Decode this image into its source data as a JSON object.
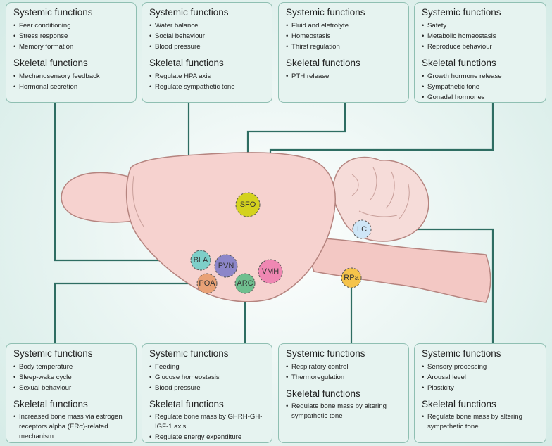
{
  "panels": {
    "bla": {
      "systemic_title": "Systemic functions",
      "systemic": [
        "Fear conditioning",
        "Stress response",
        "Memory formation"
      ],
      "skeletal_title": "Skeletal functions",
      "skeletal": [
        "Mechanosensory feedback",
        "Hormonal secretion"
      ]
    },
    "pvn": {
      "systemic_title": "Systemic functions",
      "systemic": [
        "Water balance",
        "Social behaviour",
        "Blood pressure"
      ],
      "skeletal_title": "Skeletal functions",
      "skeletal": [
        "Regulate HPA axis",
        "Regulate sympathetic tone"
      ]
    },
    "sfo": {
      "systemic_title": "Systemic functions",
      "systemic": [
        "Fluid and eletrolyte",
        "Homeostasis",
        "Thirst regulation"
      ],
      "skeletal_title": "Skeletal functions",
      "skeletal": [
        "PTH release"
      ]
    },
    "vmh": {
      "systemic_title": "Systemic functions",
      "systemic": [
        "Safety",
        "Metabolic homeostasis",
        "Reproduce behaviour"
      ],
      "skeletal_title": "Skeletal functions",
      "skeletal": [
        "Growth hormone release",
        "Sympathetic tone",
        "Gonadal hormones"
      ]
    },
    "poa": {
      "systemic_title": "Systemic functions",
      "systemic": [
        "Body temperature",
        "Sleep-wake cycle",
        "Sexual behaviour"
      ],
      "skeletal_title": "Skeletal functions",
      "skeletal": [
        "Increased bone mass via estrogen receptors alpha (ERα)-related mechanism"
      ]
    },
    "arc": {
      "systemic_title": "Systemic functions",
      "systemic": [
        "Feeding",
        "Glucose homeostasis",
        "Blood pressure"
      ],
      "skeletal_title": "Skeletal functions",
      "skeletal": [
        "Regulate bone mass by GHRH-GH-IGF-1 axis",
        "Regulate energy expenditure"
      ]
    },
    "rpa": {
      "systemic_title": "Systemic functions",
      "systemic": [
        "Respiratory control",
        "Thermoregulation"
      ],
      "skeletal_title": "Skeletal functions",
      "skeletal": [
        "Regulate bone mass by altering sympathetic tone"
      ]
    },
    "lc": {
      "systemic_title": "Systemic functions",
      "systemic": [
        "Sensory processing",
        "Arousal level",
        "Plasticity"
      ],
      "skeletal_title": "Skeletal functions",
      "skeletal": [
        "Regulate bone mass by altering sympathetic tone"
      ]
    }
  },
  "nodes": {
    "sfo": {
      "label": "SFO",
      "color": "#d4d21e"
    },
    "lc": {
      "label": "LC",
      "color": "#cfe6f7"
    },
    "bla": {
      "label": "BLA",
      "color": "#7ecfc9"
    },
    "pvn": {
      "label": "PVN",
      "color": "#8c86c9"
    },
    "vmh": {
      "label": "VMH",
      "color": "#ef87b3"
    },
    "poa": {
      "label": "POA",
      "color": "#e9a277"
    },
    "arc": {
      "label": "ARC",
      "color": "#6fbf8f"
    },
    "rpa": {
      "label": "RPa",
      "color": "#f5c34a"
    }
  },
  "colors": {
    "line": "#2e6d62",
    "brain_fill": "#f6d2cf",
    "brain_stroke": "#b5847f",
    "panel_bg": "#e6f3f0"
  }
}
